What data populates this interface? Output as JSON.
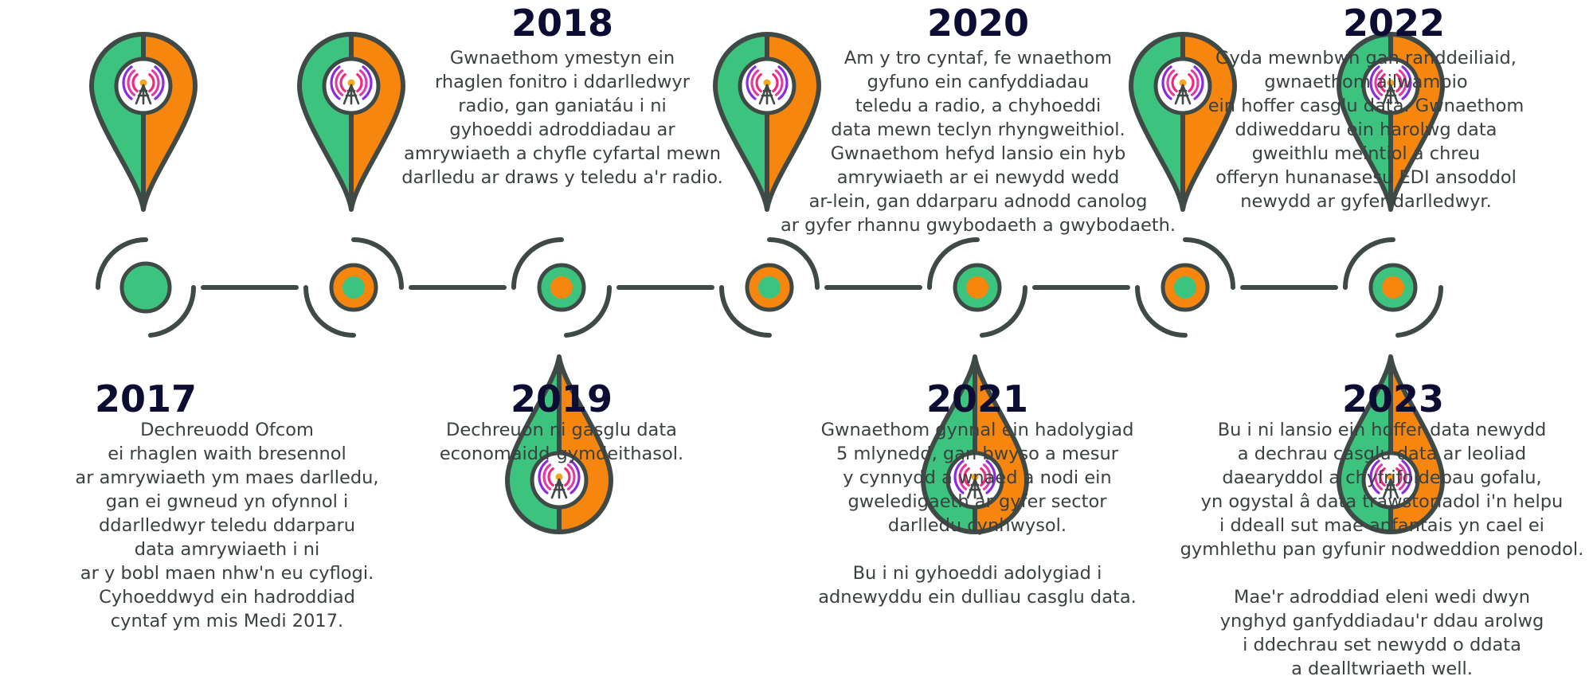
{
  "colors": {
    "green": "#3cc47f",
    "orange": "#f7860f",
    "dark": "#3f4a47",
    "year_text": "#0d0c33",
    "body_text": "#3b4040",
    "icon_colors": [
      "#8a2be2",
      "#e23aa8",
      "#f02a7e",
      "#f5a623"
    ]
  },
  "milestones": [
    {
      "year": "2017",
      "position": "bottom",
      "icon": "radio-tower-icon",
      "text": "Dechreuodd Ofcom\nei rhaglen waith bresennol\nar amrywiaeth ym maes darlledu,\ngan ei gwneud yn ofynnol i\nddarlledwyr teledu ddarparu\ndata amrywiaeth i ni\nar y bobl maen nhw'n eu cyflogi.\nCyhoeddwyd ein hadroddiad\ncyntaf ym mis Medi 2017."
    },
    {
      "year": "2018",
      "position": "top",
      "icon": "radio-tower-icon",
      "text": "Gwnaethom ymestyn ein\nrhaglen fonitro i ddarlledwyr\nradio, gan ganiatáu i ni\ngyhoeddi adroddiadau ar\namrywiaeth a chyfle cyfartal mewn\ndarlledu ar draws y teledu a'r radio."
    },
    {
      "year": "2019",
      "position": "bottom",
      "icon": "radio-tower-icon",
      "text": "Dechreuon ni gasglu data\neconomaidd-gymdeithasol."
    },
    {
      "year": "2020",
      "position": "top",
      "icon": "radio-tower-icon",
      "text": "Am y tro cyntaf, fe wnaethom\ngyfuno ein canfyddiadau\nteledu a radio, a chyhoeddi\ndata mewn teclyn rhyngweithiol.\nGwnaethom hefyd lansio ein hyb\namrywiaeth ar ei newydd wedd\nar-lein, gan ddarparu adnodd canolog\nar gyfer rhannu gwybodaeth a gwybodaeth."
    },
    {
      "year": "2021",
      "position": "bottom",
      "icon": "radio-tower-icon",
      "text": "Gwnaethom gynnal ein hadolygiad\n5 mlynedd, gan bwyso a mesur\ny cynnydd a wnaed a nodi ein\ngweledigaeth ar gyfer sector\ndarlledu cynhwysol.\n\nBu i ni gyhoeddi adolygiad i\nadnewyddu ein dulliau casglu data."
    },
    {
      "year": "2022",
      "position": "top",
      "icon": "radio-tower-icon",
      "text": "Gyda mewnbwn gan randdeiliaid,\ngwnaethom ailwampio\nein hoffer casglu data. Gwnaethom\nddiweddaru ein harolwg data\ngweithlu meintiol a chreu\nofferyn hunanasesu EDI ansoddol\nnewydd ar gyfer darlledwyr."
    },
    {
      "year": "2023",
      "position": "bottom",
      "icon": "radio-tower-icon",
      "text": "Bu i ni lansio ein hoffer data newydd\na dechrau casglu data ar leoliad\ndaearyddol a chyfrifoldebau gofalu,\nyn ogystal â data trawstoriadol i'n helpu\ni ddeall sut mae anfantais yn cael ei\ngymhlethu pan gyfunir nodweddion penodol.\n\nMae'r adroddiad eleni wedi dwyn\nynghyd ganfyddiadau'r ddau arolwg\ni ddechrau set newydd o ddata\na dealltwriaeth well."
    }
  ]
}
